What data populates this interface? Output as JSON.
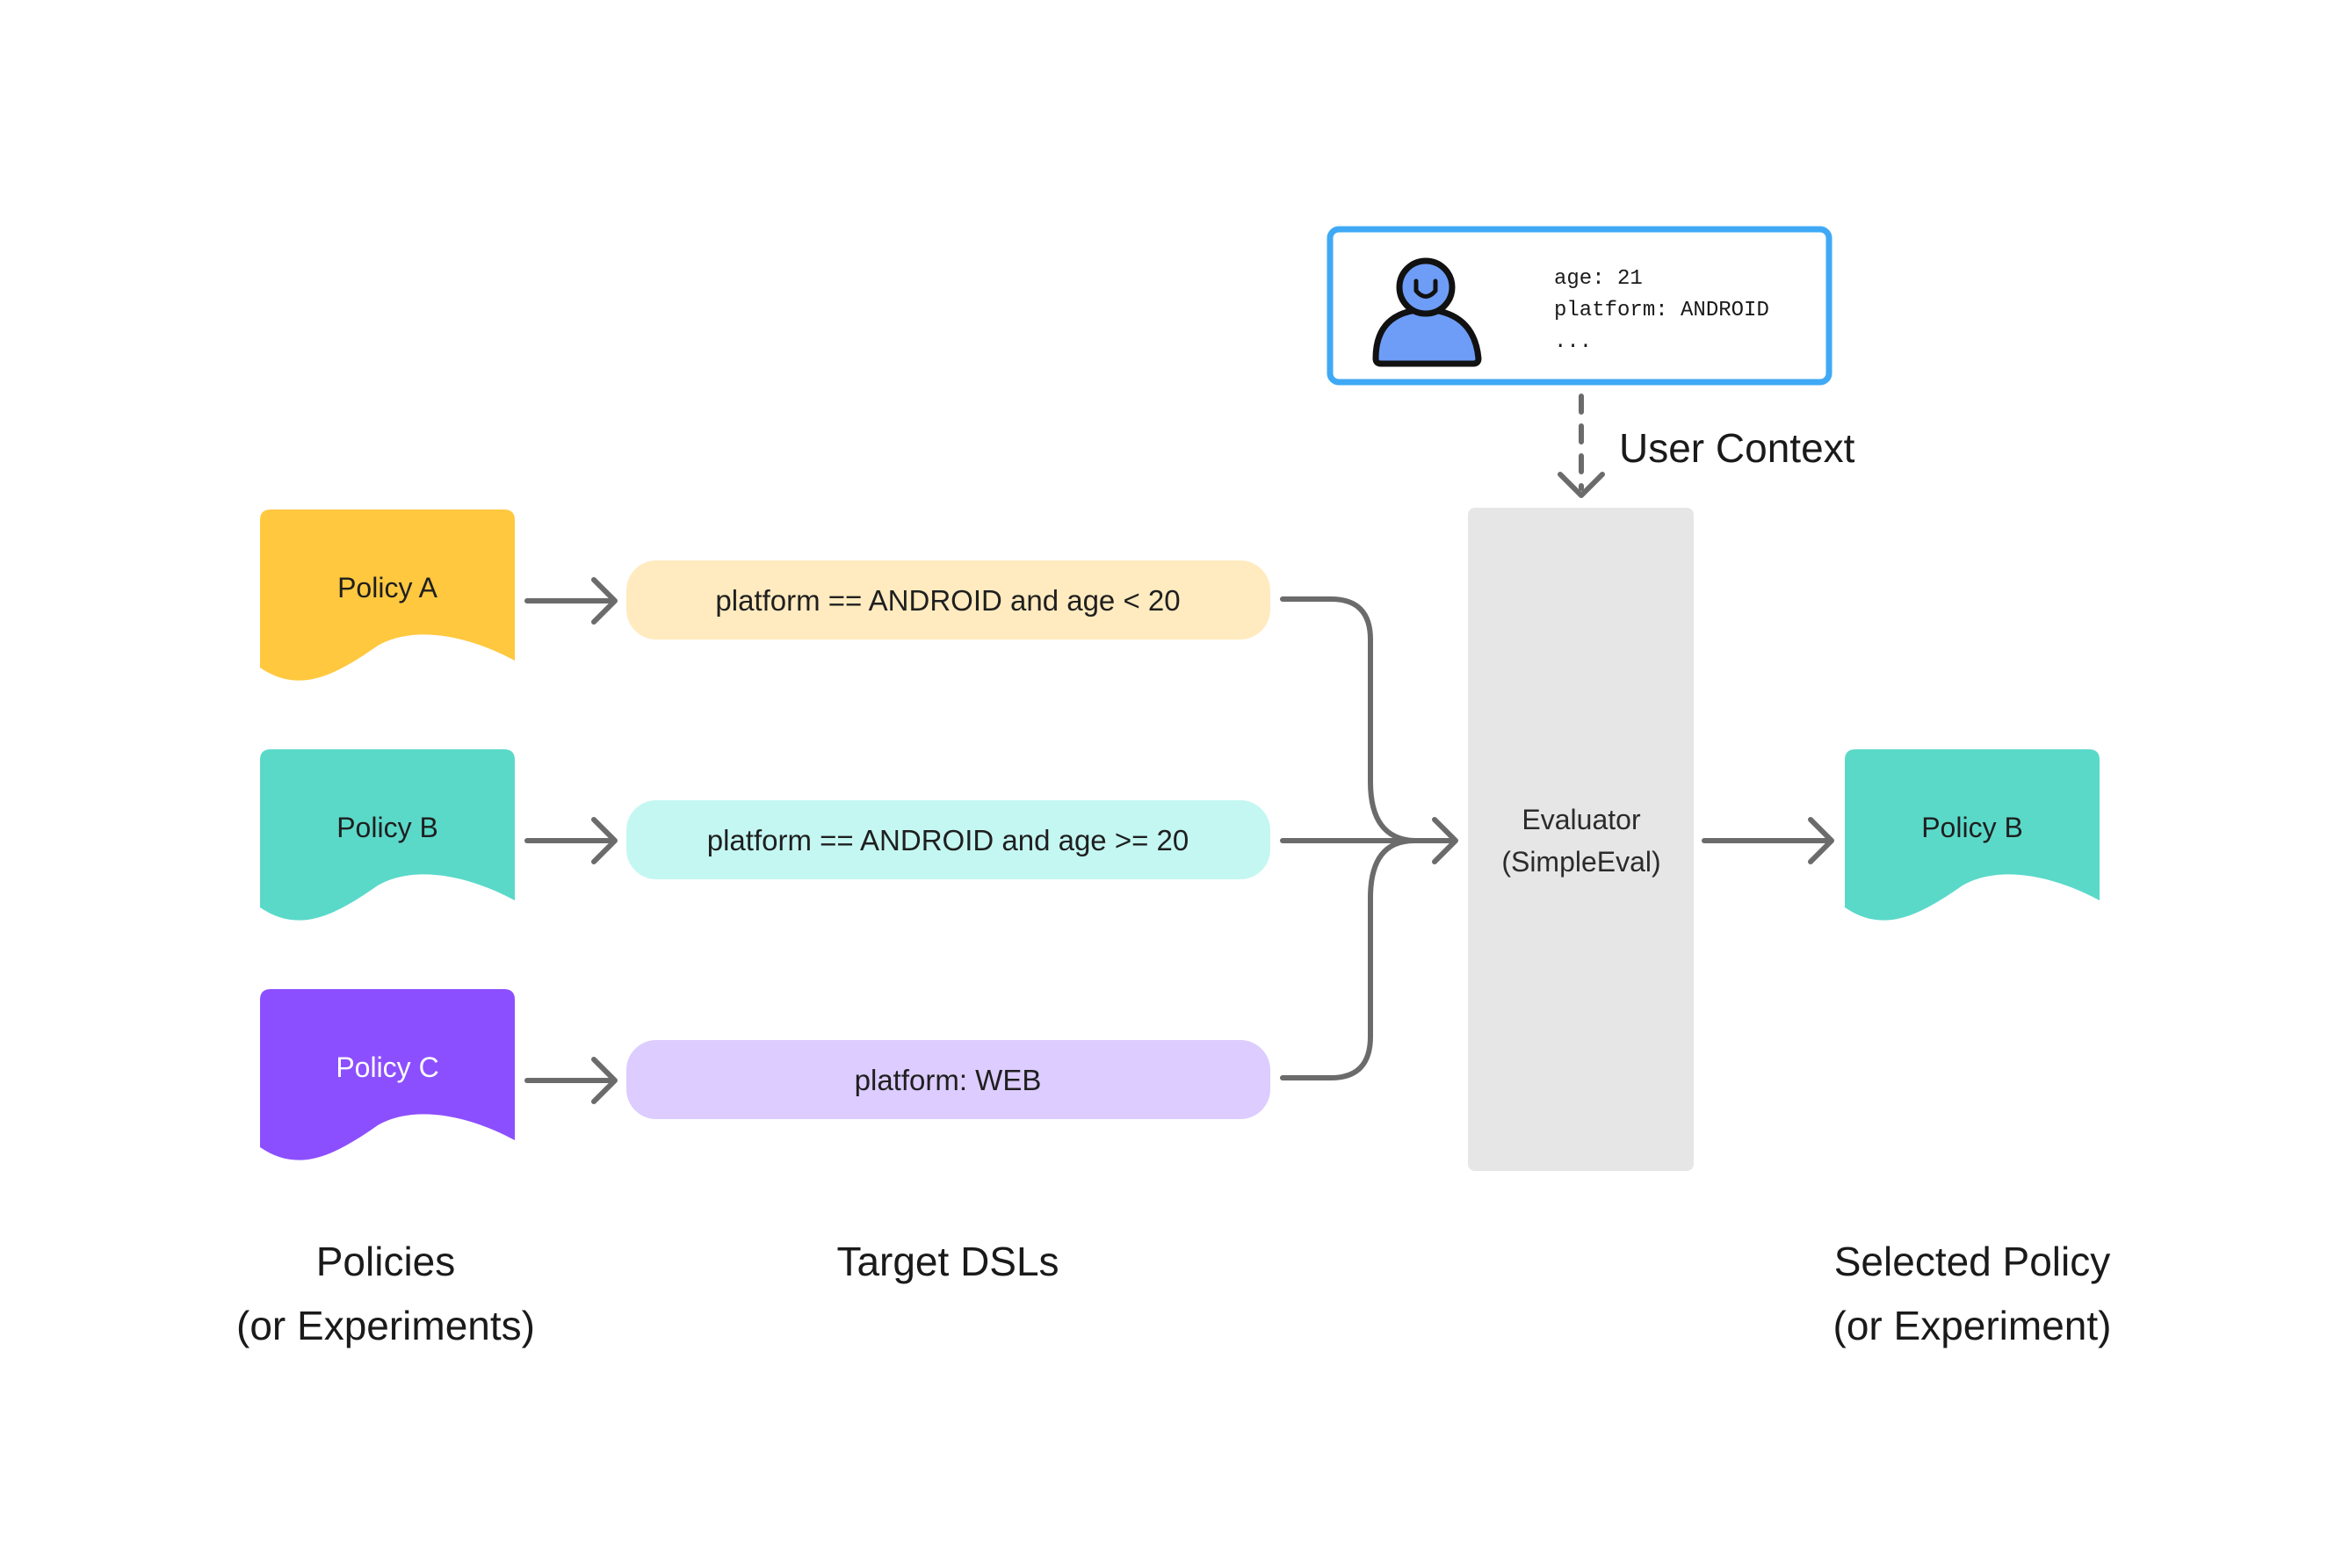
{
  "policies": [
    {
      "label": "Policy A",
      "color": "#FFC83F",
      "text_color": "#1f1f1f"
    },
    {
      "label": "Policy B",
      "color": "#5AD9C9",
      "text_color": "#1f1f1f"
    },
    {
      "label": "Policy C",
      "color": "#8C4FFF",
      "text_color": "#ffffff"
    }
  ],
  "dsls": [
    {
      "text": "platform == ANDROID and age < 20",
      "color": "#FFEBBF"
    },
    {
      "text": "platform == ANDROID and age >= 20",
      "color": "#C4F7F2"
    },
    {
      "text": "platform: WEB",
      "color": "#DCCCFF"
    }
  ],
  "evaluator": {
    "line1": "Evaluator",
    "line2": "(SimpleEval)",
    "color": "#E6E6E6"
  },
  "user_context": {
    "label": "User Context",
    "lines": [
      "age: 21",
      "platform: ANDROID",
      "..."
    ],
    "border_color": "#3FA9F5",
    "avatar_color": "#6E9DF7",
    "avatar_icon": "user-icon"
  },
  "selected": {
    "label": "Policy B",
    "color": "#5AD9C9"
  },
  "captions": {
    "policies": [
      "Policies",
      "(or Experiments)"
    ],
    "dsls": [
      "Target DSLs"
    ],
    "selected": [
      "Selected Policy",
      "(or Experiment)"
    ]
  },
  "arrow_color": "#6B6B6B"
}
